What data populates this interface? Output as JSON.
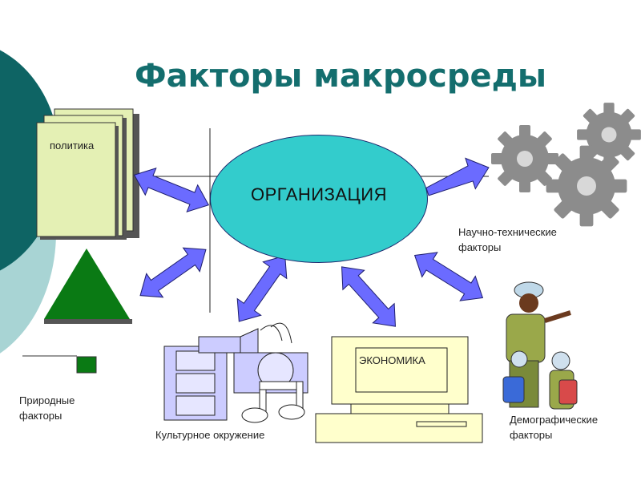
{
  "title": "Факторы макросреды",
  "center": "ОРГАНИЗАЦИЯ",
  "factors": {
    "politics": "политика",
    "science": "Научно-технические факторы",
    "science_line1": "Научно-технические",
    "science_line2": "факторы",
    "nature_line1": "Природные",
    "nature_line2": "факторы",
    "culture": "Культурное окружение",
    "economy": "ЭКОНОМИКА",
    "demo_line1": "Демографические",
    "demo_line2": "факторы"
  },
  "colors": {
    "title": "#146e6e",
    "organization": "#33cccc",
    "arrow": "#6b6bff",
    "document": "#e4f0b4",
    "monitor": "#ffffcc",
    "tree": "#0a7a14",
    "gear": "#8c8c8c",
    "teal_band": "#0e6464",
    "pale_band": "#a8d4d4"
  },
  "icons": [
    "documents-icon",
    "gears-icon",
    "tree-icon",
    "film-and-music-icon",
    "computer-icon",
    "tourist-people-icon"
  ]
}
